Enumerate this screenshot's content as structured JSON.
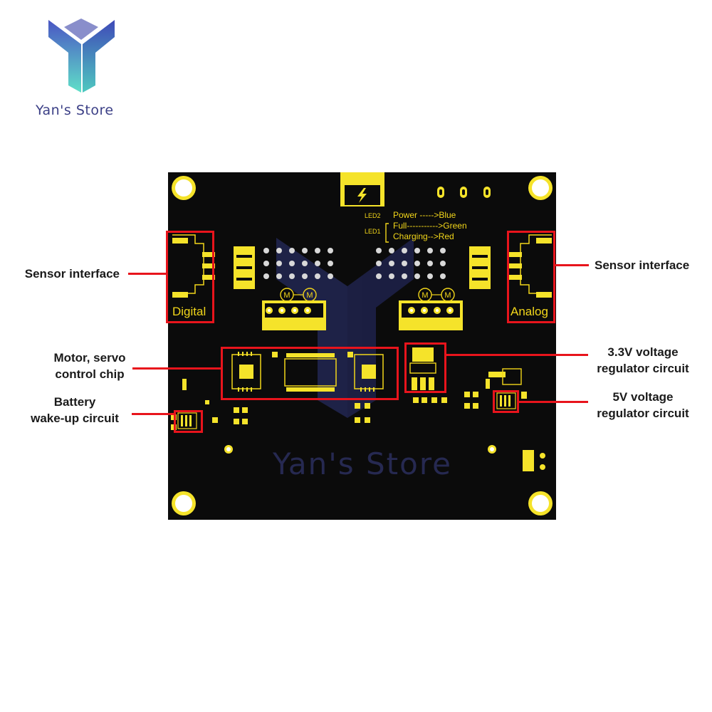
{
  "brand": {
    "store_name": "Yan's Store",
    "colors": {
      "logo_top": "#4a55c4",
      "logo_bottom": "#5fe0c8",
      "text": "#3b3f86"
    }
  },
  "board": {
    "silkscreen": {
      "digital_label": "Digital",
      "analog_label": "Analog",
      "led2": "LED2",
      "led1": "LED1",
      "power_line": "Power ----->Blue",
      "full_line": "Full----------->Green",
      "charging_line": "Charging-->Red",
      "motor_symbol": "M"
    },
    "watermark": "Yan's Store",
    "colors": {
      "pcb": "#0b0b0b",
      "silk": "#f2d61a",
      "pad": "#f5e32a",
      "callout": "#e8141c"
    }
  },
  "callouts": {
    "sensor_left": "Sensor interface",
    "sensor_right": "Sensor interface",
    "motor_line1": "Motor, servo",
    "motor_line2": "control chip",
    "battery_line1": "Battery",
    "battery_line2": "wake-up circuit",
    "reg33_line1": "3.3V voltage",
    "reg33_line2": "regulator circuit",
    "reg5_line1": "5V voltage",
    "reg5_line2": "regulator circuit"
  }
}
